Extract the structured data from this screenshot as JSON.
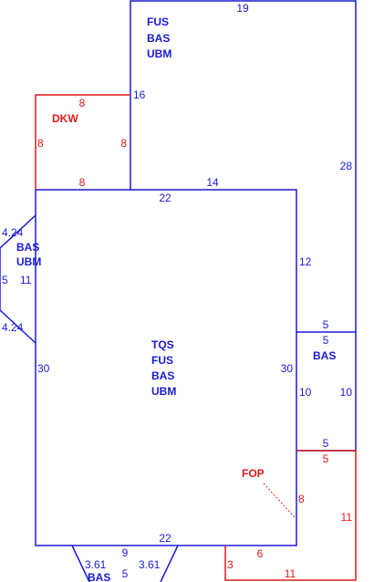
{
  "colors": {
    "blue": "#1a1ad6",
    "red": "#dd1a1a"
  },
  "areas": {
    "upper": [
      "FUS",
      "BAS",
      "UBM"
    ],
    "deck": "DKW",
    "main": [
      "TQS",
      "FUS",
      "BAS",
      "UBM"
    ],
    "bay": [
      "BAS",
      "UBM"
    ],
    "right": "BAS",
    "porch": "FOP",
    "bottom": "BAS"
  },
  "dims": {
    "d19": "19",
    "d16": "16",
    "d8a": "8",
    "d8b": "8",
    "d8c": "8",
    "d8d": "8",
    "d14": "14",
    "d28": "28",
    "d22top": "22",
    "d12": "12",
    "d424a": "4.24",
    "d5": "5",
    "d11": "11",
    "d424b": "4.24",
    "d30l": "30",
    "d30r": "30",
    "d5r1": "5",
    "d5r2": "5",
    "d10a": "10",
    "d10b": "10",
    "d5r3": "5",
    "d5red": "5",
    "d8red": "8",
    "d11red": "11",
    "d6red": "6",
    "d3red": "3",
    "d11redb": "11",
    "d22bot": "22",
    "d9": "9",
    "d361a": "3.61",
    "d361b": "3.61",
    "d5b": "5"
  }
}
